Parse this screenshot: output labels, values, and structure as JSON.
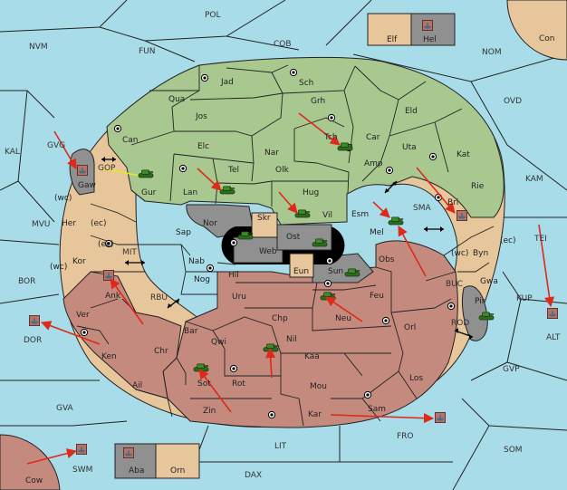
{
  "colors": {
    "sea": "#a9dce9",
    "green": "#a8c890",
    "tan": "#e7c69c",
    "red": "#c48a7e",
    "grey": "#909090",
    "black": "#000000",
    "arrow": "#dd2a1a",
    "support": "#e8e820",
    "border": "#222222"
  },
  "icons": {
    "army": "tank-icon",
    "fleet": "ship-icon",
    "supply_center": "supply-center-dot"
  },
  "sea_labels": {
    "pol": "POL",
    "fun": "FUN",
    "cob": "COB",
    "nom": "NOM",
    "nvm": "NVM",
    "ovd": "OVD",
    "kal": "KAL",
    "kam": "KAM",
    "gvg": "GVG",
    "gop": "GOP",
    "mvu": "MVU",
    "mit": "MIT",
    "sma": "SMA",
    "tei": "TEI",
    "bor": "BOR",
    "rbu": "RBU",
    "buc": "BUC",
    "kup": "KUP",
    "dor": "DOR",
    "rod": "ROD",
    "alt": "ALT",
    "gvp": "GVP",
    "gva": "GVA",
    "fro": "FRO",
    "lit": "LIT",
    "som": "SOM",
    "swm": "SWM",
    "dax": "DAX"
  },
  "corner_lands": {
    "con": "Con",
    "cow": "Cow"
  },
  "box_labels": {
    "elf": "Elf",
    "hel": "Hel",
    "aba": "Aba",
    "orn": "Orn"
  },
  "provinces": {
    "jad": "Jad",
    "sch": "Sch",
    "qua": "Qua",
    "jos": "Jos",
    "grh": "Grh",
    "eld": "Eld",
    "can": "Can",
    "elc": "Elc",
    "nar": "Nar",
    "tch": "Tch",
    "car": "Car",
    "uta": "Uta",
    "kat": "Kat",
    "amp": "Amp",
    "gaw": "Gaw",
    "tel": "Tel",
    "olk": "Olk",
    "gur": "Gur",
    "lan": "Lan",
    "hug": "Hug",
    "rie": "Rie",
    "bri": "Bri",
    "wc1": "(wc)",
    "wc2": "(wc)",
    "wc3": "(wc)",
    "ec1": "(ec)",
    "ec2": "(ec)",
    "ec3": "(ec)",
    "her": "Her",
    "nor": "Nor",
    "skr": "Skr",
    "vil": "Vil",
    "esm": "Esm",
    "mel": "Mel",
    "byn": "Byn",
    "sap": "Sap",
    "ost": "Ost",
    "web": "Web",
    "kor": "Kor",
    "nab": "Nab",
    "eun": "Eun",
    "sun": "Sun",
    "obs": "Obs",
    "gwa": "Gwa",
    "hil": "Hil",
    "nog": "Nog",
    "ank": "Ank",
    "uru": "Uru",
    "feu": "Feu",
    "pir": "Pir",
    "ver": "Ver",
    "chp": "Chp",
    "neu": "Neu",
    "orl": "Orl",
    "bar": "Bar",
    "qwi": "Qwi",
    "nil": "Nil",
    "ken": "Ken",
    "chr": "Chr",
    "kaa": "Kaa",
    "los": "Los",
    "sot": "Sot",
    "rot": "Rot",
    "ail": "Ail",
    "mou": "Mou",
    "zin": "Zin",
    "kar": "Kar",
    "sam": "Sam"
  }
}
